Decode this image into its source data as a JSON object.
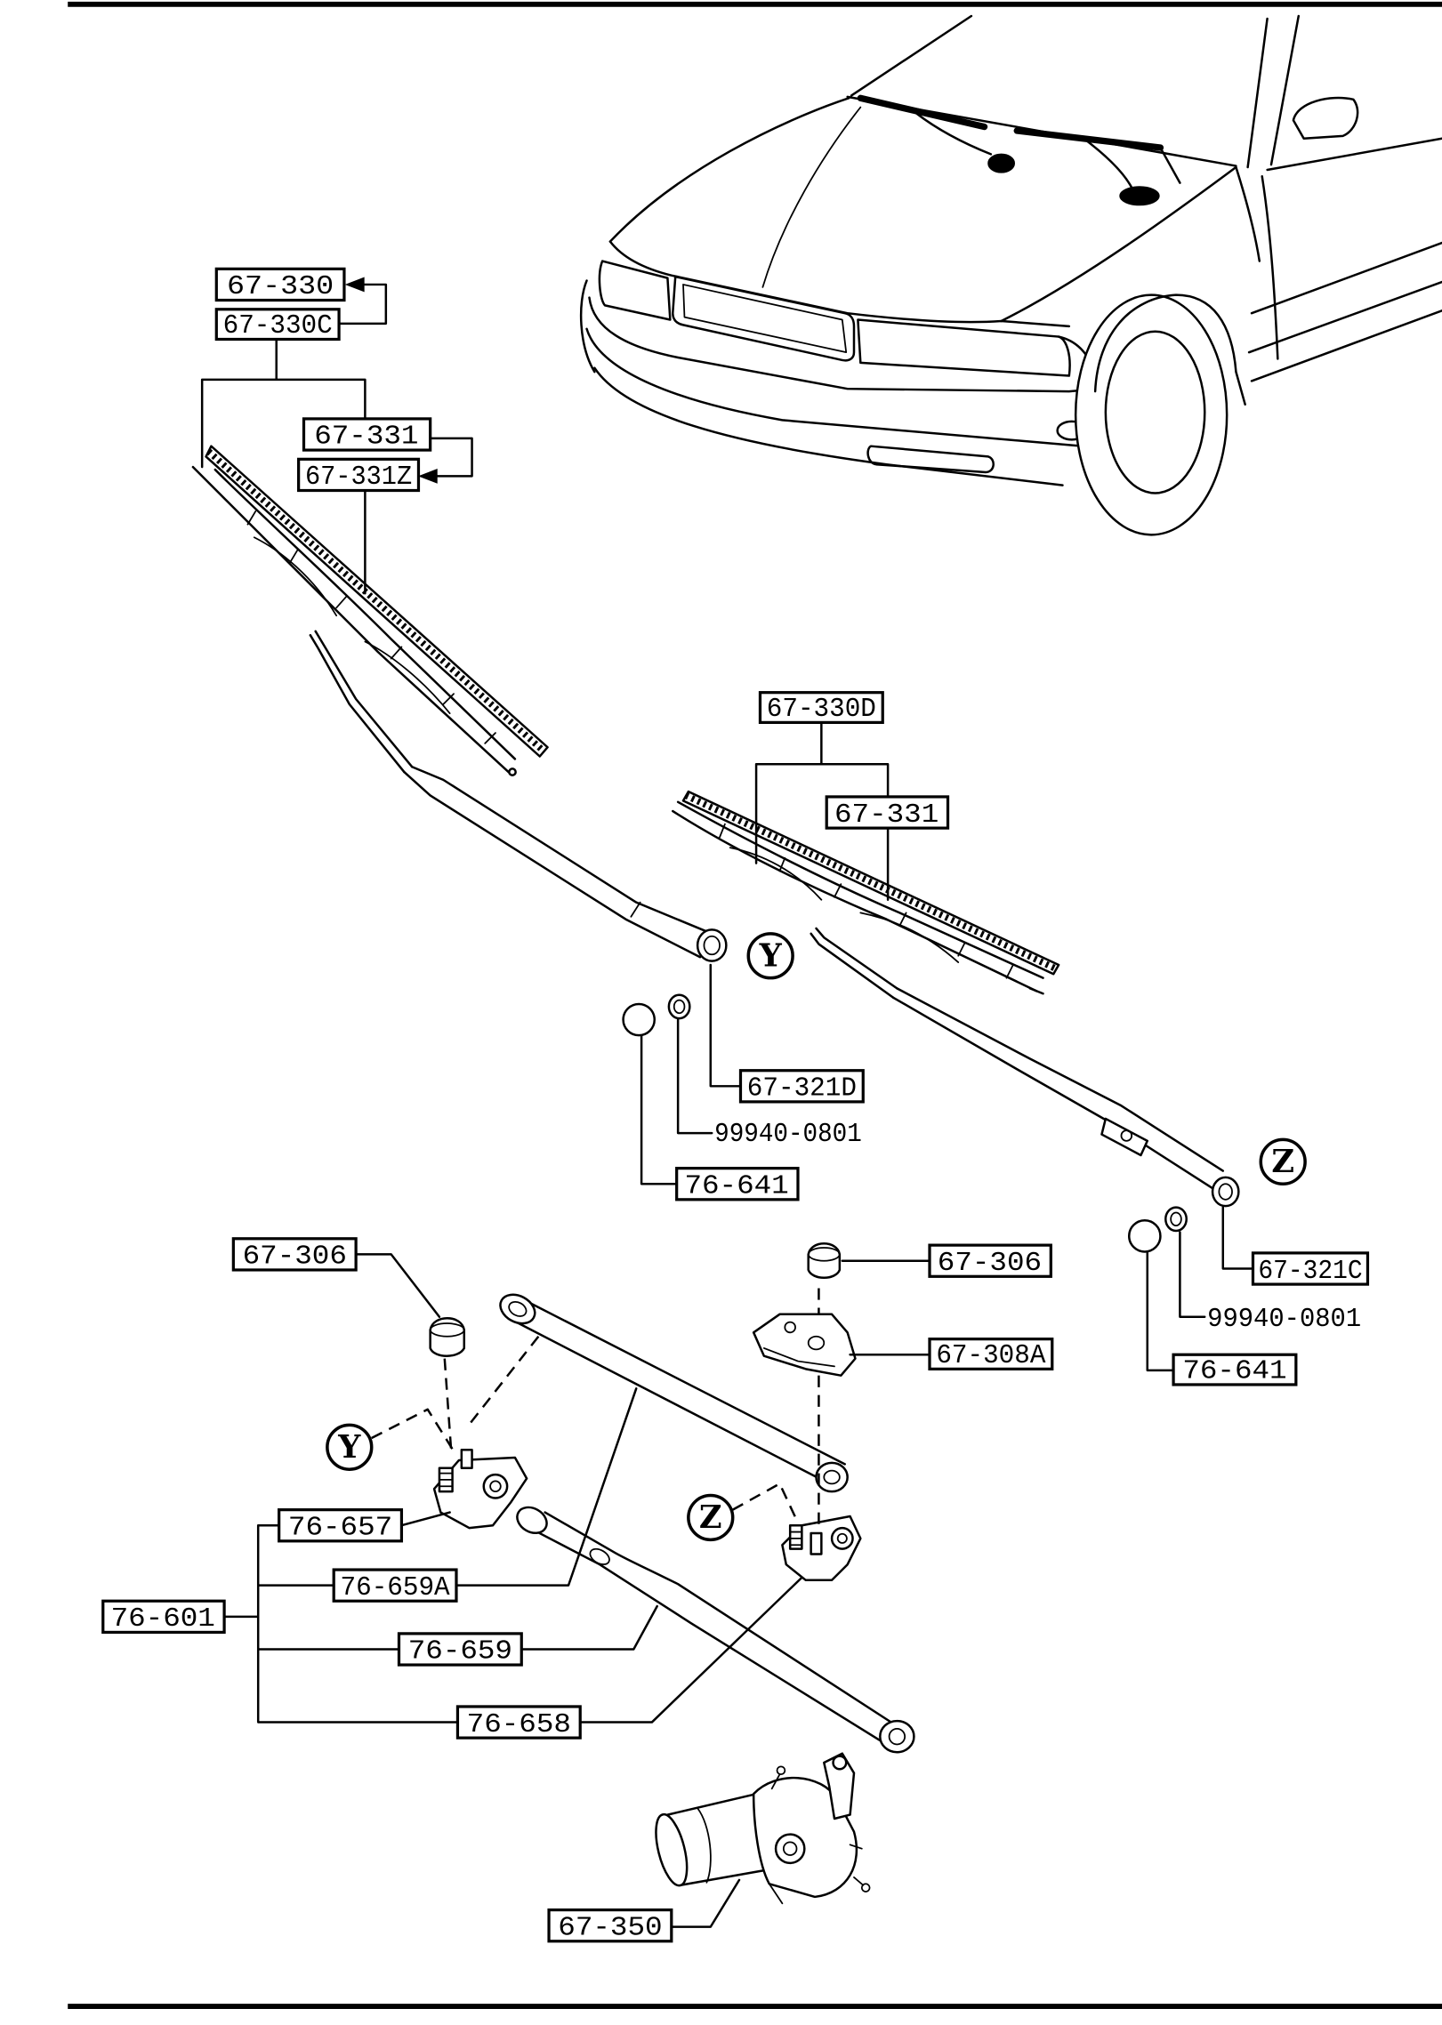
{
  "diagram": {
    "part_labels": [
      "67-330",
      "67-330C",
      "67-331",
      "67-331Z",
      "67-330D",
      "67-331",
      "67-321D",
      "99940-0801",
      "76-641",
      "67-321C",
      "99940-0801",
      "76-641",
      "67-306",
      "67-306",
      "67-308A",
      "76-657",
      "76-659A",
      "76-601",
      "76-659",
      "76-658",
      "67-350"
    ],
    "callouts": [
      "Y",
      "Z",
      "Y",
      "Z"
    ]
  }
}
